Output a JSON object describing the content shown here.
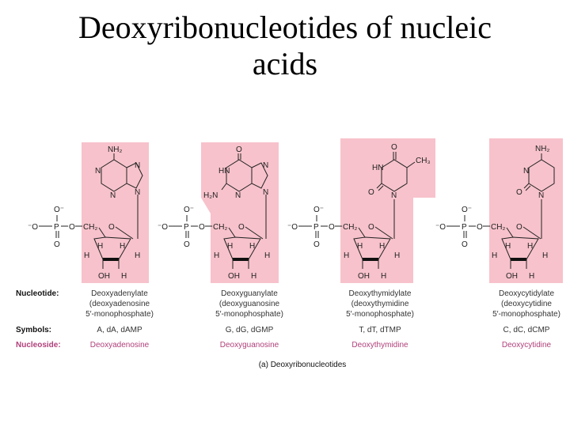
{
  "title": {
    "line1": "Deoxyribonucleotides of nucleic",
    "line2": "acids"
  },
  "colors": {
    "base_highlight": "#f7c2cb",
    "nucleoside_text": "#b0407a"
  },
  "atoms": {
    "O": "O",
    "O_minus": "O⁻",
    "minus_O": "⁻O",
    "P": "P",
    "CH2": "CH₂",
    "H": "H",
    "OH": "OH",
    "N": "N",
    "NH2": "NH₂",
    "HN": "HN",
    "H2N": "H₂N",
    "CH3": "CH₃"
  },
  "row_labels": {
    "nucleotide": "Nucleotide:",
    "symbols": "Symbols:",
    "nucleoside": "Nucleoside:"
  },
  "columns": [
    {
      "name": "Deoxyadenylate",
      "full1": "(deoxyadenosine",
      "full2": "5′-monophosphate)",
      "symbols": "A, dA, dAMP",
      "nucleoside": "Deoxyadenosine"
    },
    {
      "name": "Deoxyguanylate",
      "full1": "(deoxyguanosine",
      "full2": "5′-monophosphate)",
      "symbols": "G, dG, dGMP",
      "nucleoside": "Deoxyguanosine"
    },
    {
      "name": "Deoxythymidylate",
      "full1": "(deoxythymidine",
      "full2": "5′-monophosphate)",
      "symbols": "T, dT, dTMP",
      "nucleoside": "Deoxythymidine"
    },
    {
      "name": "Deoxycytidylate",
      "full1": "(deoxycytidine",
      "full2": "5′-monophosphate)",
      "symbols": "C, dC, dCMP",
      "nucleoside": "Deoxycytidine"
    }
  ],
  "caption": "(a) Deoxyribonucleotides"
}
